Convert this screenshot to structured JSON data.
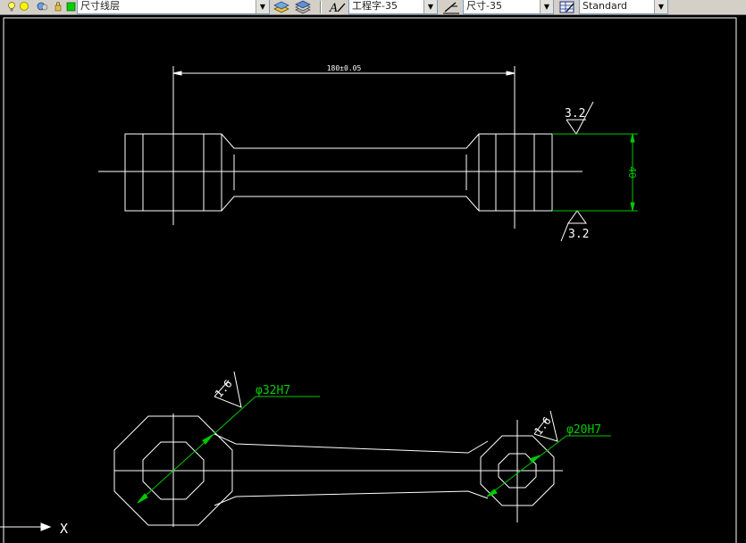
{
  "toolbar": {
    "layer_combo": {
      "value": "尺寸线层"
    },
    "text_style_combo": {
      "value": "工程字-35"
    },
    "dim_style_combo": {
      "value": "尺寸-35"
    },
    "table_style_combo": {
      "value": "Standard"
    }
  },
  "drawing": {
    "dim_length": "180±0.05",
    "roughness_top": "3.2",
    "roughness_bottom": "3.2",
    "dim_height": "40",
    "roughness_big_hole": "1.6",
    "big_hole_dim": "φ32H7",
    "roughness_small_hole": "1.6",
    "small_hole_dim": "φ20H7",
    "ucs_x_label": "X"
  },
  "colors": {
    "drawing_lines": "#ffffff",
    "dimension_lines": "#00c800",
    "background": "#000000",
    "toolbar": "#d4d0c8"
  }
}
